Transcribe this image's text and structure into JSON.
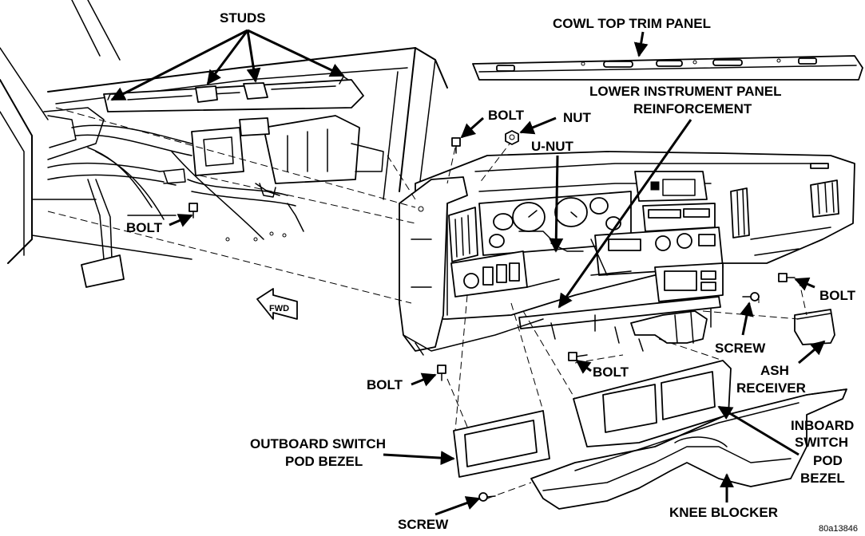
{
  "figure_id": "80a13846",
  "labels": {
    "studs": "STUDS",
    "cowl_top_trim_panel": "COWL TOP TRIM PANEL",
    "lower_ip_reinforcement_1": "LOWER INSTRUMENT PANEL",
    "lower_ip_reinforcement_2": "REINFORCEMENT",
    "bolt_top": "BOLT",
    "nut": "NUT",
    "u_nut": "U-NUT",
    "bolt_left": "BOLT",
    "fwd": "FWD",
    "bolt_right": "BOLT",
    "screw_right": "SCREW",
    "ash_receiver_1": "ASH",
    "ash_receiver_2": "RECEIVER",
    "bolt_center": "BOLT",
    "bolt_bottom_left": "BOLT",
    "outboard_bezel_1": "OUTBOARD SWITCH",
    "outboard_bezel_2": "POD BEZEL",
    "inboard_bezel_1": "INBOARD",
    "inboard_bezel_2": "SWITCH",
    "inboard_bezel_3": "POD",
    "inboard_bezel_4": "BEZEL",
    "screw_bottom": "SCREW",
    "knee_blocker": "KNEE BLOCKER"
  }
}
